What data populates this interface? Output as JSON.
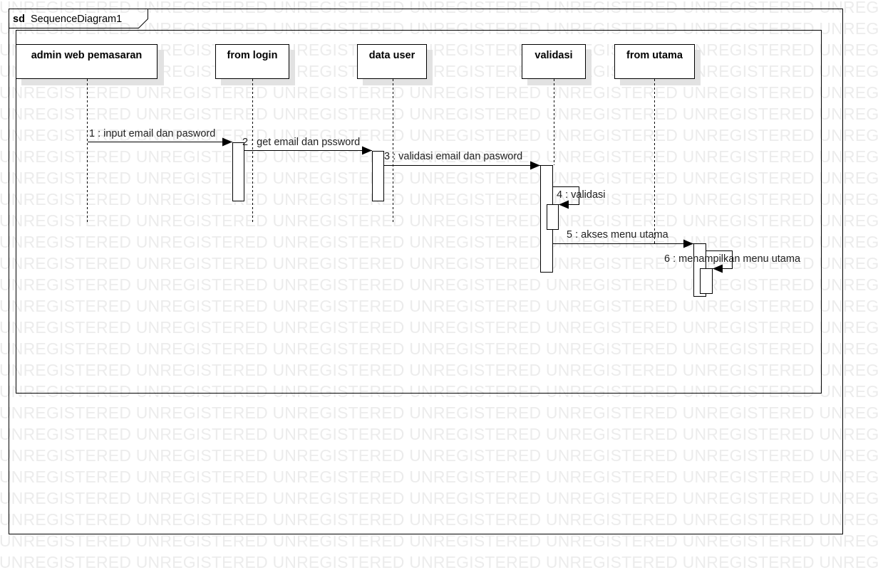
{
  "frame": {
    "keyword": "sd",
    "name": "SequenceDiagram1"
  },
  "watermark": {
    "text": "UNREGISTERED"
  },
  "lifelines": [
    {
      "name": "admin web pemasaran"
    },
    {
      "name": "from login"
    },
    {
      "name": "data user"
    },
    {
      "name": "validasi"
    },
    {
      "name": "from utama"
    }
  ],
  "messages": [
    {
      "label": "1 : input email dan pasword"
    },
    {
      "label": "2 : get email dan pssword"
    },
    {
      "label": "3 : validasi email dan pasword"
    },
    {
      "label": "4 : validasi"
    },
    {
      "label": "5 : akses menu utama"
    },
    {
      "label": "6 : menampilkan menu utama"
    }
  ],
  "colors": {
    "line": "#000000",
    "shadow": "#e2e2e2",
    "watermark": "#ececec",
    "text": "#222222"
  }
}
